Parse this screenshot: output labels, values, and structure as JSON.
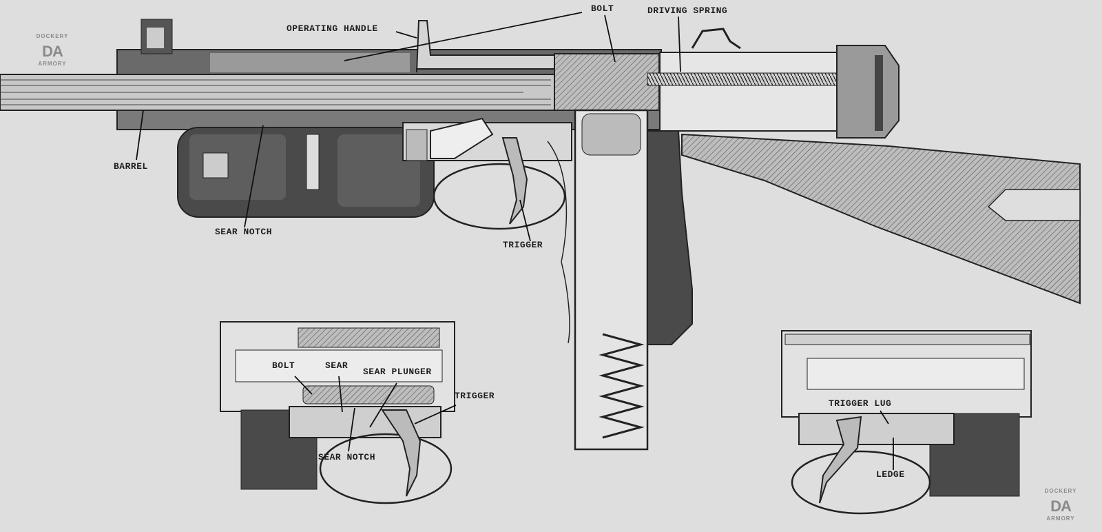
{
  "labels": {
    "operating_handle": "OPERATING HANDLE",
    "bolt": "BOLT",
    "driving_spring": "DRIVING SPRING",
    "barrel": "BARREL",
    "sear_notch": "SEAR NOTCH",
    "trigger": "TRIGGER",
    "inset_left": {
      "bolt": "BOLT",
      "sear": "SEAR",
      "sear_plunger": "SEAR PLUNGER",
      "trigger": "TRIGGER",
      "sear_notch": "SEAR NOTCH"
    },
    "inset_right": {
      "trigger_lug": "TRIGGER LUG",
      "ledge": "LEDGE"
    }
  },
  "watermark": {
    "top": "DOCKERY",
    "center": "DA",
    "bottom": "ARMORY"
  },
  "colors": {
    "background": "#dedede",
    "ink": "#1e1e1e",
    "dark_part": "#4a4a4a",
    "mid_part": "#8c8c8c"
  }
}
